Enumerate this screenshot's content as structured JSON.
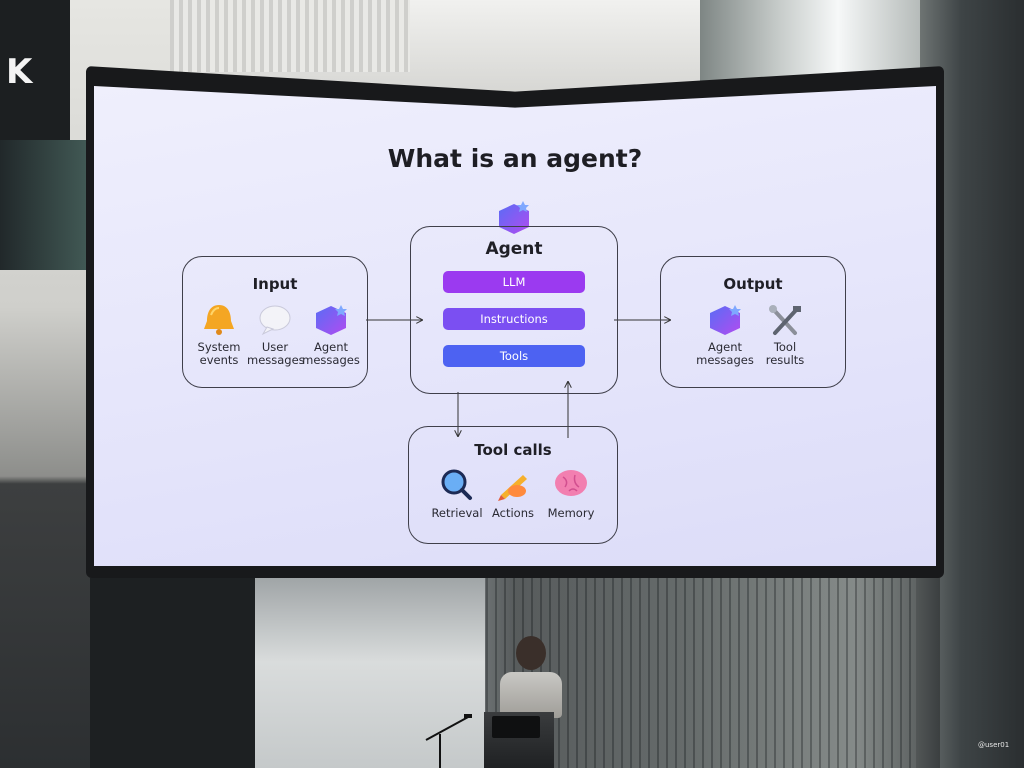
{
  "slide": {
    "title": "What is an agent?",
    "input": {
      "title": "Input",
      "items": [
        {
          "label_line1": "System",
          "label_line2": "events",
          "icon": "bell-icon"
        },
        {
          "label_line1": "User",
          "label_line2": "messages",
          "icon": "speech-bubble-icon"
        },
        {
          "label_line1": "Agent",
          "label_line2": "messages",
          "icon": "agent-hexagon-icon"
        }
      ]
    },
    "agent": {
      "title": "Agent",
      "components": [
        "LLM",
        "Instructions",
        "Tools"
      ],
      "colors": [
        "#9b3af0",
        "#7b4ff2",
        "#4d62f2"
      ]
    },
    "output": {
      "title": "Output",
      "items": [
        {
          "label_line1": "Agent",
          "label_line2": "messages",
          "icon": "agent-hexagon-icon"
        },
        {
          "label_line1": "Tool",
          "label_line2": "results",
          "icon": "tools-icon"
        }
      ]
    },
    "tool_calls": {
      "title": "Tool calls",
      "items": [
        {
          "label": "Retrieval",
          "icon": "magnifier-icon"
        },
        {
          "label": "Actions",
          "icon": "pencil-hand-icon"
        },
        {
          "label": "Memory",
          "icon": "brain-icon"
        }
      ]
    }
  },
  "scene": {
    "sign_letter": "K",
    "watermark": "@user01"
  }
}
